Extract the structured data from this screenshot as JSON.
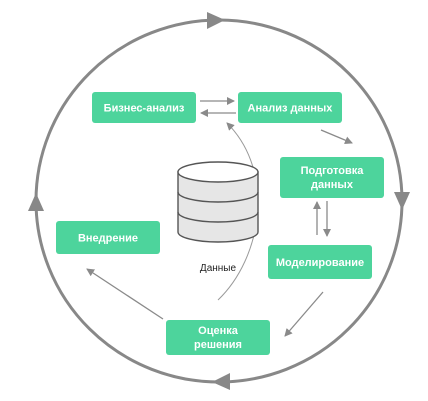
{
  "nodes": {
    "business_analysis": "Бизнес-анализ",
    "data_analysis": "Анализ данных",
    "data_preparation_line1": "Подготовка",
    "data_preparation_line2": "данных",
    "modeling": "Моделирование",
    "evaluation_line1": "Оценка",
    "evaluation_line2": "решения",
    "deployment": "Внедрение"
  },
  "database_label": "Данные",
  "colors": {
    "node_fill": "#4dd49c",
    "node_text": "#ffffff",
    "ring": "#888888",
    "arrow": "#8a8a8a"
  },
  "icons": {
    "database": "database-cylinder-icon"
  }
}
